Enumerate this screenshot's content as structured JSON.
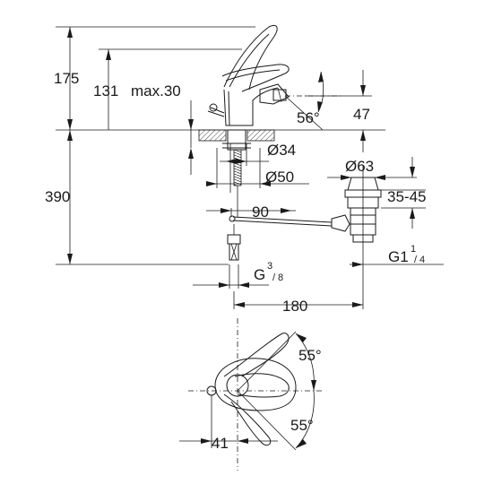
{
  "dimensions": {
    "h175": "175",
    "h131": "131",
    "max30": "max.30",
    "h47": "47",
    "a56": "56°",
    "d34": "Ø34",
    "d50": "Ø50",
    "d63": "Ø63",
    "r3545": "35-45",
    "h390": "390",
    "w90": "90",
    "g18": "G1",
    "g18_frac_n": "1",
    "g18_frac_d": "4",
    "g38": "G",
    "g38_frac_n": "3",
    "g38_frac_d": "8",
    "w180": "180",
    "a55top": "55°",
    "a55bot": "55°",
    "w41": "41"
  }
}
